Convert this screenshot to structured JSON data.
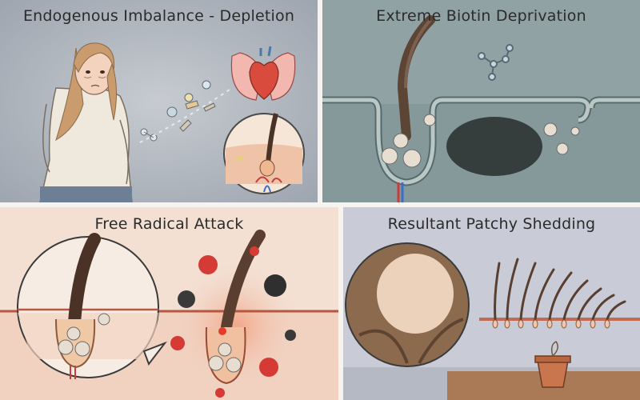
{
  "panels": [
    {
      "title": "Endogenous Imbalance - Depletion"
    },
    {
      "title": "Extreme Biotin Deprivation"
    },
    {
      "title": "Free Radical Attack"
    },
    {
      "title": "Resultant Patchy Shedding"
    }
  ],
  "colors": {
    "panel1_bg": "#aab0b8",
    "panel2_bg": "#8fa1a3",
    "panel3_bg": "#f2ddd0",
    "panel4_bg": "#c7cbd6",
    "skin": "#f1c7b0",
    "hair_shaft": "#4a3326",
    "bald_patch": "#ecd2bb"
  }
}
